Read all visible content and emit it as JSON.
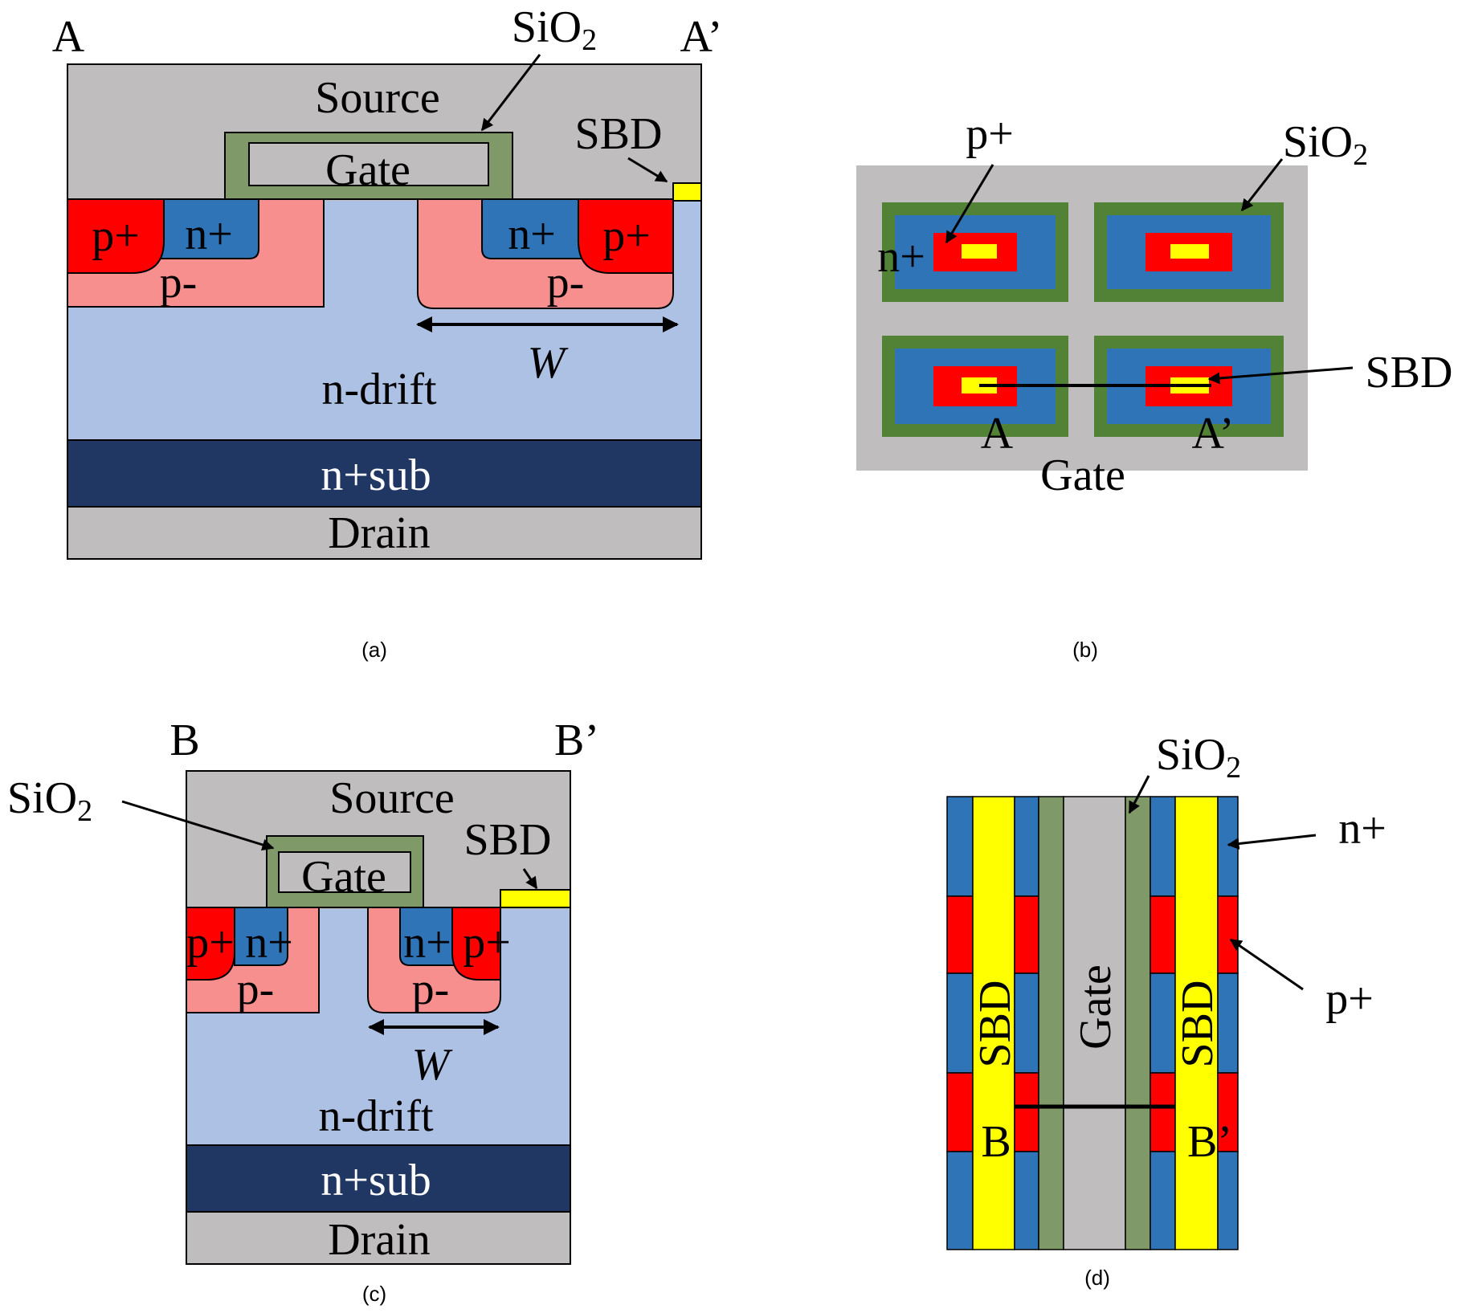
{
  "colors": {
    "metal": "#bfbdbd",
    "drift": "#adc1e4",
    "substrate": "#213763",
    "p_minus": "#f78f8e",
    "p_plus": "#ff0000",
    "n_plus": "#2e74b7",
    "sio2": "#7f9a68",
    "sio2_dark": "#528236",
    "sbd": "#ffff00",
    "line": "#000000"
  },
  "captions": {
    "a": "(a)",
    "b": "(b)",
    "c": "(c)",
    "d": "(d)"
  },
  "panel_a": {
    "cut_start": "A",
    "cut_end": "A’",
    "sio2": "SiO",
    "sio2_sub": "2",
    "source": "Source",
    "gate": "Gate",
    "sbd": "SBD",
    "p_plus": "p+",
    "n_plus": "n+",
    "p_minus": "p-",
    "width": "W",
    "drift": "n-drift",
    "substrate": "n+sub",
    "drain": "Drain"
  },
  "panel_b": {
    "p_plus": "p+",
    "sio2": "SiO",
    "sio2_sub": "2",
    "n_plus": "n+",
    "sbd": "SBD",
    "cut_start": "A",
    "cut_end": "A’",
    "gate": "Gate"
  },
  "panel_c": {
    "cut_start": "B",
    "cut_end": "B’",
    "sio2": "SiO",
    "sio2_sub": "2",
    "source": "Source",
    "gate": "Gate",
    "sbd": "SBD",
    "p_plus": "p+",
    "n_plus": "n+",
    "p_minus": "p-",
    "width": "W",
    "drift": "n-drift",
    "substrate": "n+sub",
    "drain": "Drain"
  },
  "panel_d": {
    "sio2": "SiO",
    "sio2_sub": "2",
    "n_plus": "n+",
    "p_plus": "p+",
    "sbd": "SBD",
    "gate": "Gate",
    "cut_start": "B",
    "cut_end": "B’"
  }
}
